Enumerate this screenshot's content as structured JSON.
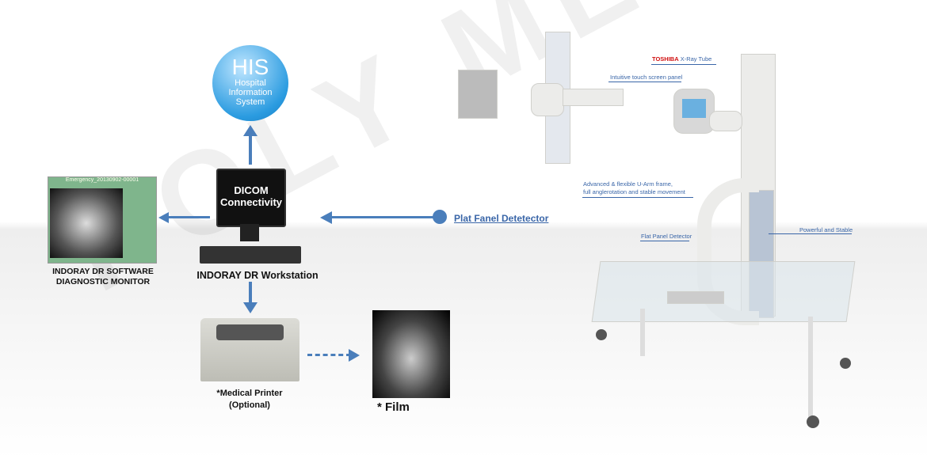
{
  "watermark": "POLY MEDICAL",
  "his": {
    "title": "HIS",
    "subtitle": "Hospital Information System"
  },
  "workstation": {
    "screen_text_1": "DICOM",
    "screen_text_2": "Connectivity",
    "label": "INDORAY DR Workstation"
  },
  "monitor": {
    "header": "Emergency_20130902-00001",
    "label_line1": "INDORAY DR SOFTWARE",
    "label_line2": "DIAGNOSTIC MONITOR"
  },
  "detector_link": "Plat Fanel Detetector",
  "printer": {
    "label_line1": "*Medical Printer",
    "label_line2": "(Optional)"
  },
  "film": {
    "label": "* Film"
  },
  "annotations": {
    "brand": "TOSHIBA",
    "xray_tube": "X-Ray Tube",
    "touch_panel": "Intuitive touch screen panel",
    "uarm_line1": "Advanced & flexible U-Arm frame,",
    "uarm_line2": "full anglerotation and stable movement",
    "flat_panel": "Flat Panel Detector",
    "stable": "Powerful and Stable"
  },
  "colors": {
    "accent": "#4a7ebb",
    "brand": "#d01010"
  }
}
